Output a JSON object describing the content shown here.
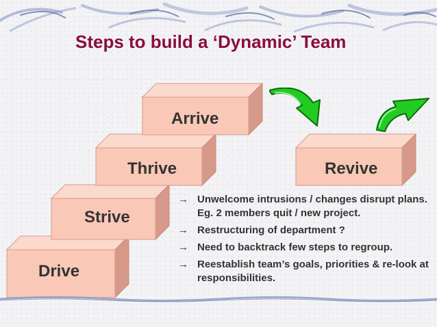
{
  "slide": {
    "title": "Steps to build a ‘Dynamic’ Team",
    "steps": [
      {
        "label": "Drive"
      },
      {
        "label": "Strive"
      },
      {
        "label": "Thrive"
      },
      {
        "label": "Arrive"
      }
    ],
    "revive_label": "Revive",
    "bullets": [
      "Unwelcome intrusions / changes disrupt plans. Eg. 2 members quit / new project.",
      "Restructuring of department ?",
      "Need to backtrack few steps to regroup.",
      "Reestablish team’s goals, priorities & re-look at responsibilities."
    ],
    "bullet_symbol": "→",
    "colors": {
      "title": "#8a0e3a",
      "block_front": "#f9c8b6",
      "block_top": "#fbd9cc",
      "block_side": "#d79a8a",
      "arrow": "#22cc22",
      "swirl": "#7788bb"
    }
  }
}
